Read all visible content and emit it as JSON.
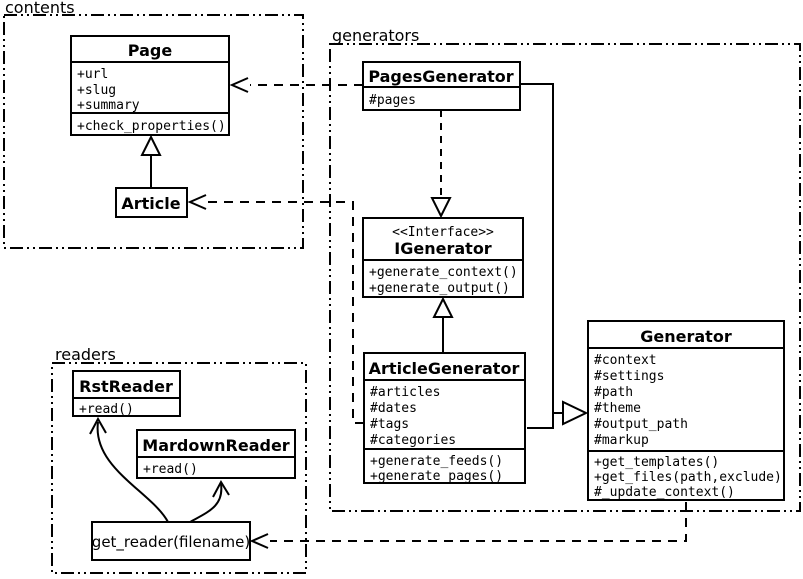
{
  "packages": {
    "contents": "contents",
    "generators": "generators",
    "readers": "readers"
  },
  "classes": {
    "page": {
      "name": "Page",
      "attrs": [
        "+url",
        "+slug",
        "+summary"
      ],
      "methods": [
        "+check_properties()"
      ]
    },
    "article": {
      "name": "Article"
    },
    "pages_generator": {
      "name": "PagesGenerator",
      "attrs": [
        "#pages"
      ]
    },
    "igenerator": {
      "stereotype": "<<Interface>>",
      "name": "IGenerator",
      "methods": [
        "+generate_context()",
        "+generate_output()"
      ]
    },
    "article_generator": {
      "name": "ArticleGenerator",
      "attrs": [
        "#articles",
        "#dates",
        "#tags",
        "#categories"
      ],
      "methods": [
        "+generate_feeds()",
        "+generate_pages()"
      ]
    },
    "generator": {
      "name": "Generator",
      "attrs": [
        "#context",
        "#settings",
        "#path",
        "#theme",
        "#output_path",
        "#markup"
      ],
      "methods": [
        "+get_templates()",
        "+get_files(path,exclude)",
        "#_update_context()"
      ]
    },
    "rst_reader": {
      "name": "RstReader",
      "methods": [
        "+read()"
      ]
    },
    "markdown_reader": {
      "name": "MardownReader",
      "methods": [
        "+read()"
      ]
    },
    "get_reader": {
      "label": "get_reader(filename)"
    }
  },
  "colors": {
    "line": "#000000",
    "background": "#ffffff",
    "box_fill": "#ffffff"
  }
}
